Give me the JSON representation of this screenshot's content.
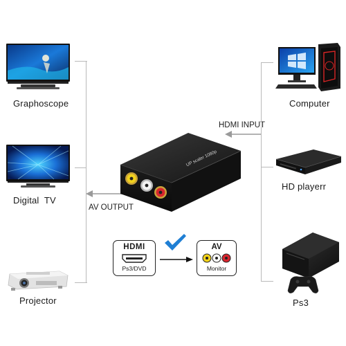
{
  "devices_left": [
    {
      "label": "Graphoscope",
      "icon": "television-icon"
    },
    {
      "label": "Digital  TV",
      "icon": "digital-tv-icon"
    },
    {
      "label": "Projector",
      "icon": "projector-icon"
    }
  ],
  "devices_right": [
    {
      "label": "Computer",
      "icon": "computer-icon"
    },
    {
      "label": "HD playerr",
      "icon": "hd-player-icon"
    },
    {
      "label": "Ps3",
      "icon": "ps3-console-icon"
    }
  ],
  "connections": {
    "input_label": "HDMI INPUT",
    "output_label": "AV OUTPUT"
  },
  "converter": {
    "device_text": "UP scaler 1080p"
  },
  "flow": {
    "source_title": "HDMI",
    "source_sub": "Ps3/DVD",
    "target_title": "AV",
    "target_sub": "Monitor"
  },
  "colors": {
    "bracket": "#b9b9b9",
    "arrow": "#9a9a9a",
    "checkmark": "#1f7fd4",
    "rca_yellow": "#f2d21b",
    "rca_white": "#f4f4f4",
    "rca_red": "#d8262e"
  }
}
